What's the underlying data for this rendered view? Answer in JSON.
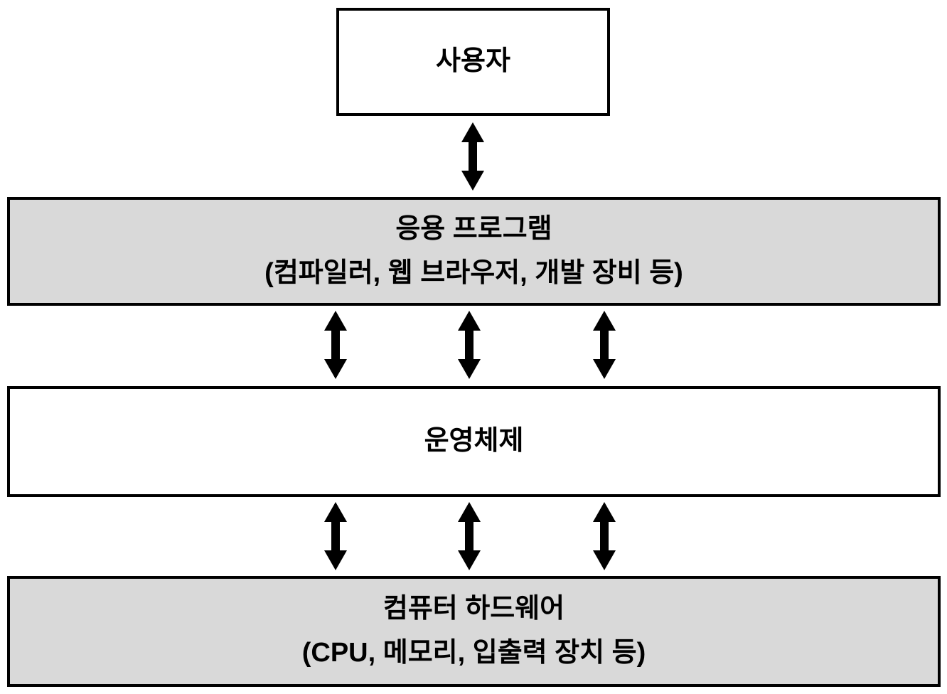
{
  "diagram": {
    "description": "Layered computer system architecture diagram",
    "layers": [
      {
        "name": "user",
        "label": "사용자",
        "sublabel": "",
        "fill": "#ffffff"
      },
      {
        "name": "applications",
        "label": "응용 프로그램",
        "sublabel": "(컴파일러, 웹 브라우저, 개발 장비 등)",
        "fill": "#d9d9d9"
      },
      {
        "name": "operating-system",
        "label": "운영체제",
        "sublabel": "",
        "fill": "#ffffff"
      },
      {
        "name": "hardware",
        "label": "컴퓨터 하드웨어",
        "sublabel": "(CPU, 메모리, 입출력 장치 등)",
        "fill": "#d9d9d9"
      }
    ],
    "connectors": [
      {
        "from": "user",
        "to": "applications",
        "arrows": 1,
        "type": "bidirectional"
      },
      {
        "from": "applications",
        "to": "operating-system",
        "arrows": 3,
        "type": "bidirectional"
      },
      {
        "from": "operating-system",
        "to": "hardware",
        "arrows": 3,
        "type": "bidirectional"
      }
    ],
    "colors": {
      "border": "#000000",
      "arrow": "#000000",
      "background": "#ffffff",
      "gray_fill": "#d9d9d9",
      "white_fill": "#ffffff"
    }
  }
}
